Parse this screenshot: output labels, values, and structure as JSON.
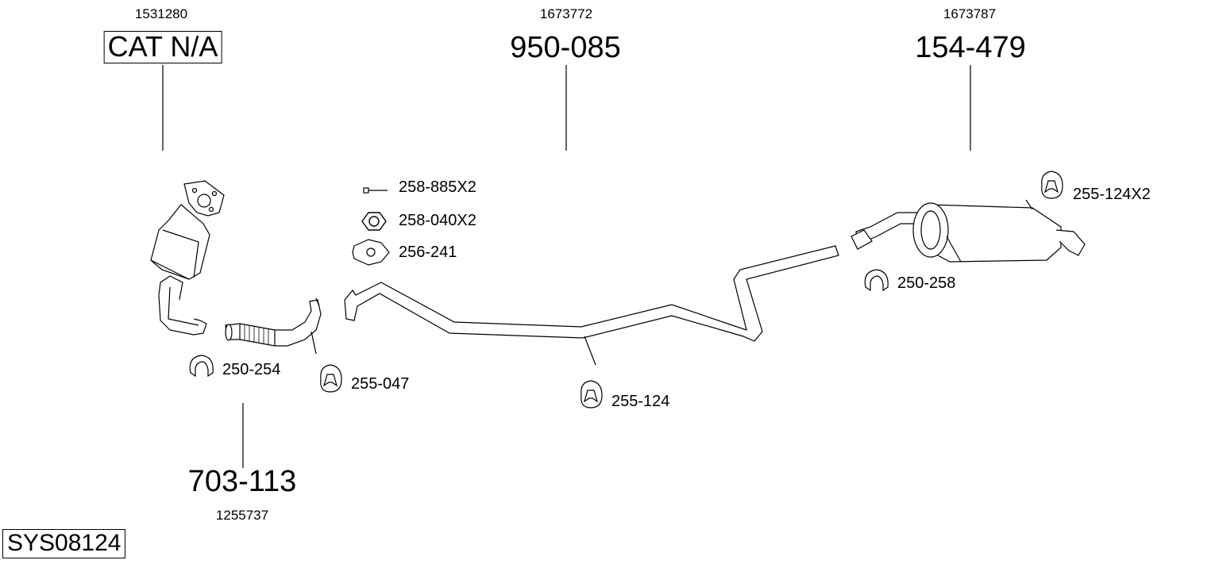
{
  "diagram": {
    "system_id": "SYS08124",
    "main_parts": [
      {
        "id": "cat",
        "number": "CAT N/A",
        "oe_number": "1531280"
      },
      {
        "id": "mid",
        "number": "950-085",
        "oe_number": "1673772"
      },
      {
        "id": "rear",
        "number": "154-479",
        "oe_number": "1673787"
      },
      {
        "id": "front",
        "number": "703-113",
        "oe_number": "1255737"
      }
    ],
    "accessories": [
      {
        "id": "bolt",
        "number": "258-885X2",
        "icon": "bolt-icon"
      },
      {
        "id": "nut",
        "number": "258-040X2",
        "icon": "nut-icon"
      },
      {
        "id": "gasket",
        "number": "256-241",
        "icon": "gasket-icon"
      },
      {
        "id": "clamp-front",
        "number": "250-254",
        "icon": "clamp-icon"
      },
      {
        "id": "hanger-front",
        "number": "255-047",
        "icon": "rubber-hanger-icon"
      },
      {
        "id": "hanger-mid",
        "number": "255-124",
        "icon": "rubber-hanger-icon"
      },
      {
        "id": "hanger-rear",
        "number": "255-124X2",
        "icon": "rubber-hanger-icon"
      },
      {
        "id": "clamp-rear",
        "number": "250-258",
        "icon": "clamp-icon"
      }
    ]
  }
}
